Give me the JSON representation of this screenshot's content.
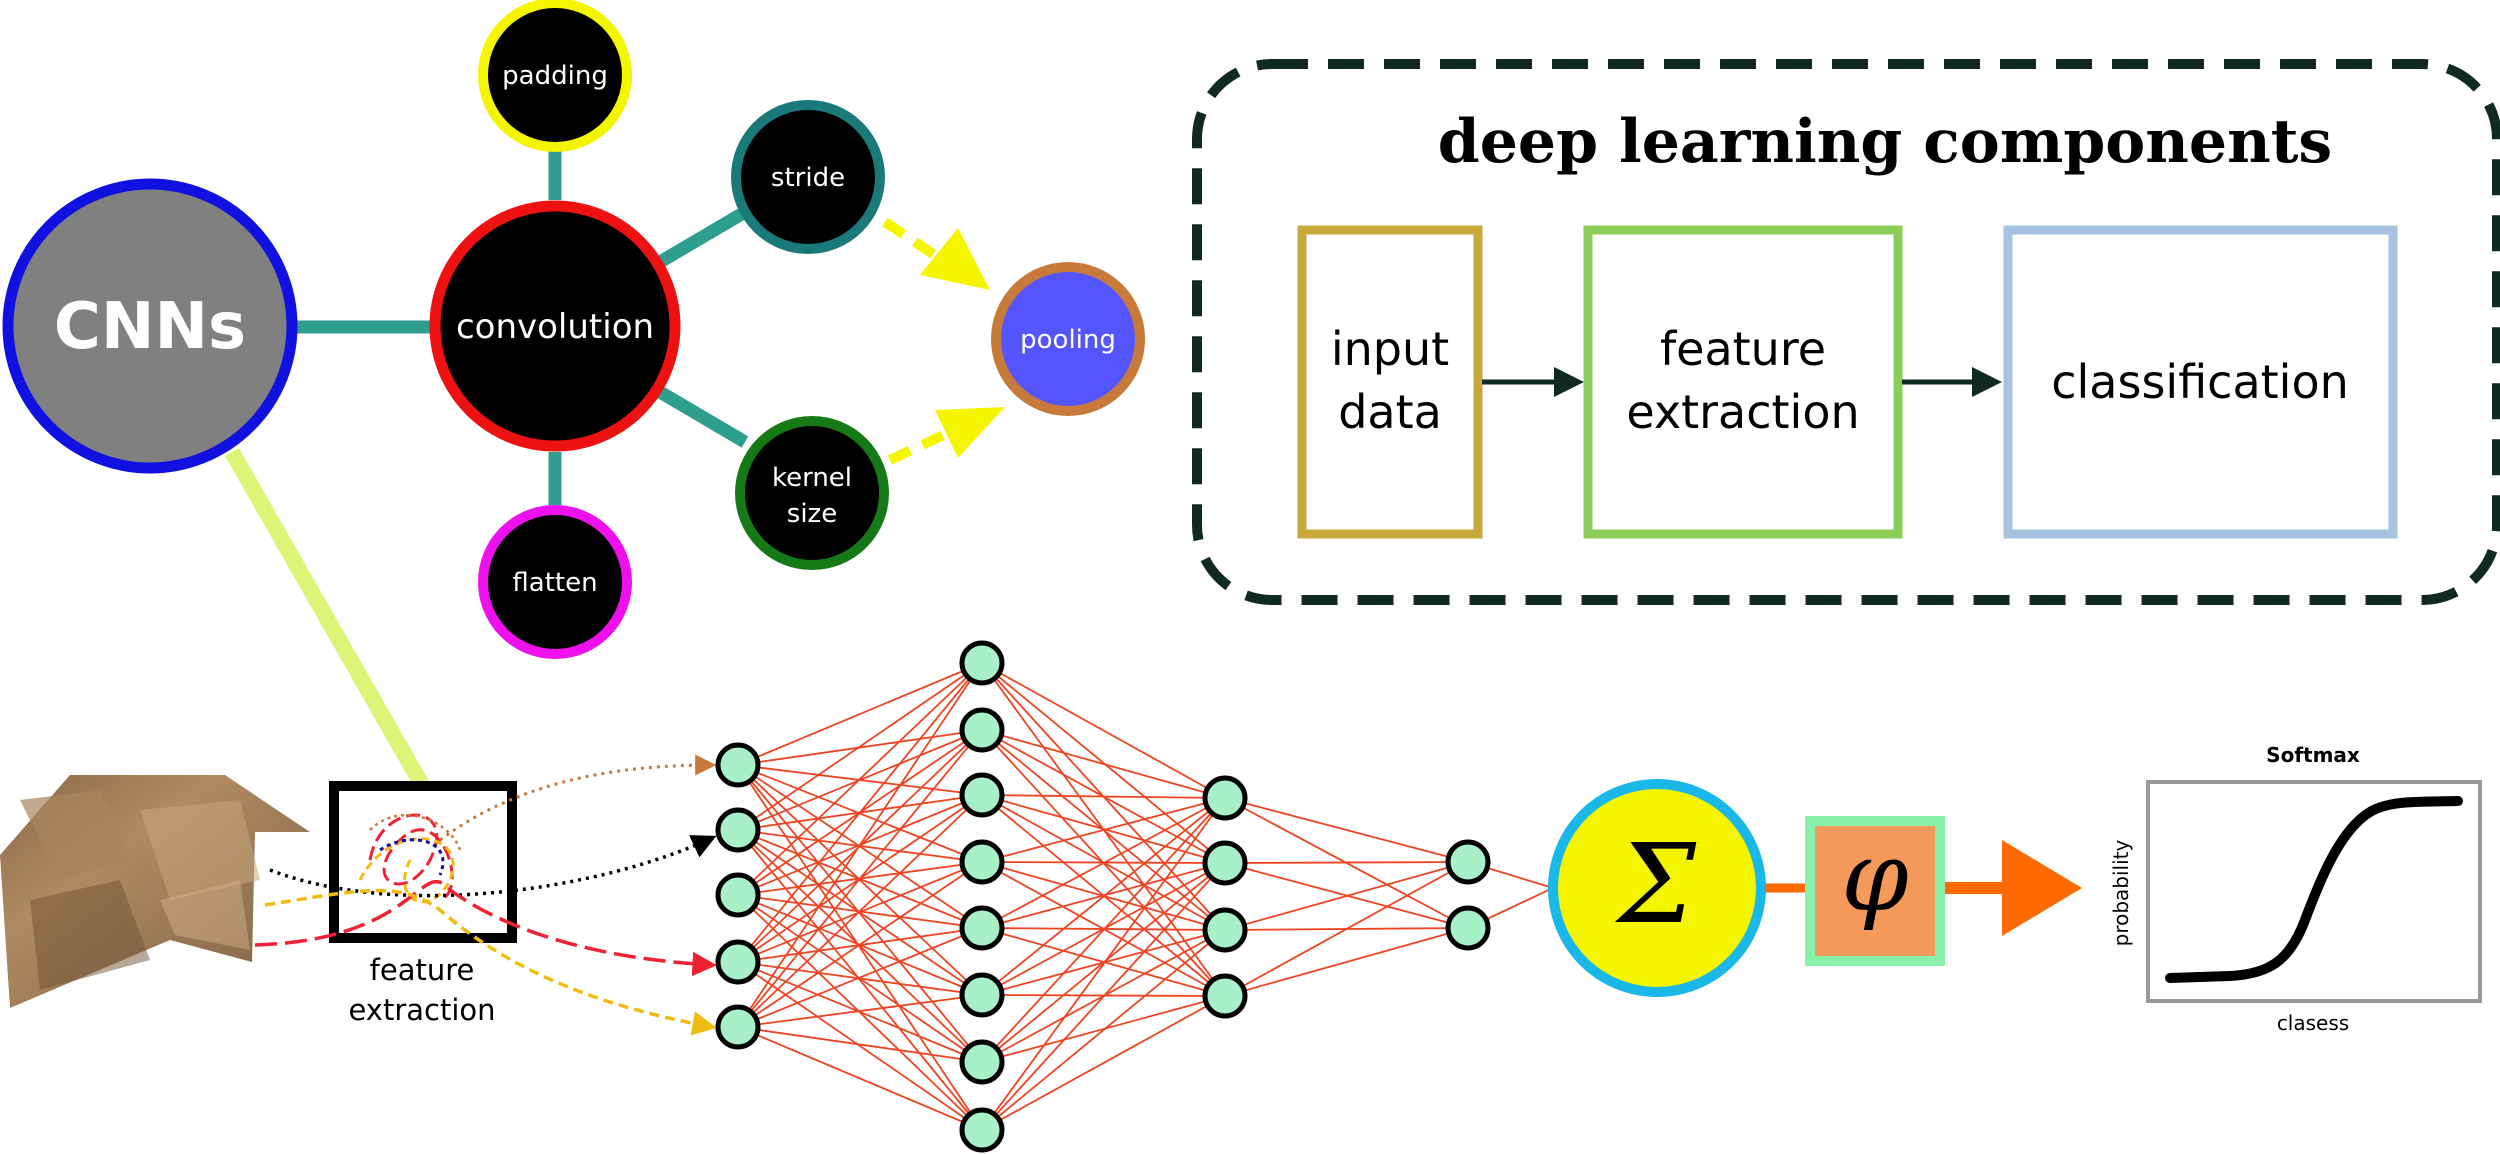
{
  "mindmap": {
    "cnns": "CNNs",
    "convolution": "convolution",
    "padding": "padding",
    "stride": "stride",
    "kernel_size_line1": "kernel",
    "kernel_size_line2": "size",
    "flatten": "flatten",
    "pooling": "pooling"
  },
  "components": {
    "title": "deep learning components",
    "input_line1": "input",
    "input_line2": "data",
    "feature_line1": "feature",
    "feature_line2": "extraction",
    "classification": "classification"
  },
  "pipeline": {
    "feature_label_line1": "feature",
    "feature_label_line2": "extraction",
    "sum_symbol": "Σ",
    "phi_symbol": "φ"
  },
  "softmax": {
    "title": "Softmax",
    "xlabel": "clasess",
    "ylabel": "probability"
  },
  "colors": {
    "cnns_border": "#1010e0",
    "cnns_fill": "#808080",
    "convolution_border": "#ee1111",
    "padding_border": "#f5f500",
    "stride_border": "#1a7a7a",
    "kernel_border": "#157a15",
    "flatten_border": "#ee11ee",
    "pooling_fill": "#5555ff",
    "pooling_border": "#c87a3a",
    "connector": "#2e9e8e",
    "cnn_link": "#ddf577",
    "yellow_arrow": "#f5f500",
    "dashed_box": "#102a20",
    "input_box": "#c8a83a",
    "feature_box": "#8ccd5a",
    "class_box": "#a8c2e2",
    "neuron_fill": "#a8f0c8",
    "net_edge": "#ee4422",
    "sigma_fill": "#f5f500",
    "sigma_border": "#1ab8e8",
    "phi_fill": "#f59a5a",
    "phi_border": "#88f2aa",
    "orange_arrow": "#ff6a00"
  }
}
